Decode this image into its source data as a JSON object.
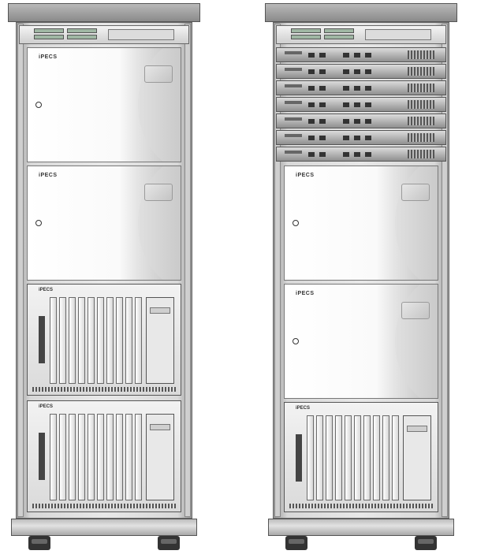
{
  "brand": "iPECS",
  "racks": [
    {
      "gateways": 0,
      "main_cabinets": 2,
      "card_cabinets": 2
    },
    {
      "gateways": 7,
      "main_cabinets": 2,
      "card_cabinets": 1
    }
  ]
}
